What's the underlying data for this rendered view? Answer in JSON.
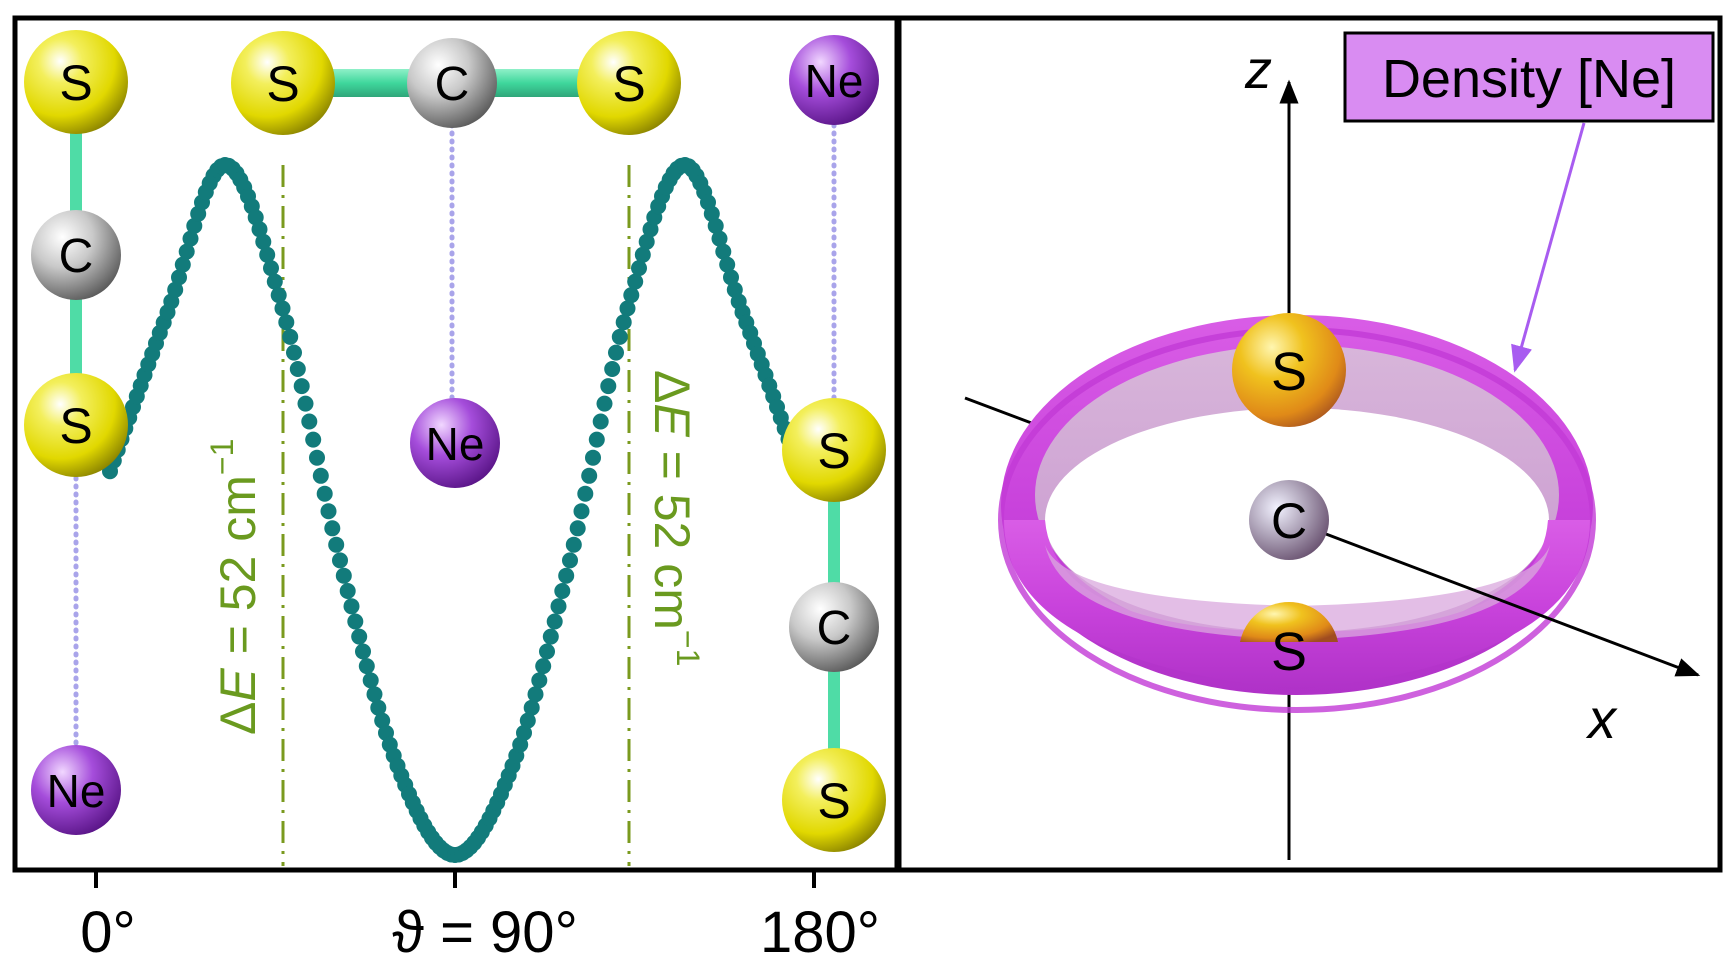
{
  "colors": {
    "sulfur": "#e6e000",
    "carbon": "#bdbdbd",
    "neon": "#9b3fd6",
    "bond": "#4fdca6",
    "curve": "#127b7b",
    "barrier_line": "#7a9a1e",
    "density_ring": "#d24ce0",
    "density_label_bg": "#d98cf2",
    "arrow_violet": "#a85cf0",
    "dotted_link": "#a9a4ea"
  },
  "left_panel": {
    "x_axis": {
      "tick_0": "0°",
      "tick_90": "ϑ = 90°",
      "tick_180": "180°"
    },
    "barrier_left": {
      "delta": "Δ",
      "E": "E",
      "rest": " = 52 cm",
      "sup": "−1"
    },
    "barrier_right": {
      "delta": "Δ",
      "E": "E",
      "rest": " = 52 cm",
      "sup": "−1"
    },
    "potential_curve": {
      "x_deg": [
        0,
        15,
        30,
        45,
        60,
        75,
        90,
        105,
        120,
        135,
        150,
        165,
        180
      ],
      "energy_rel": [
        0.21,
        0.62,
        1.0,
        0.63,
        -0.02,
        -0.55,
        -0.78,
        -0.55,
        -0.02,
        0.63,
        1.0,
        0.62,
        0.21
      ]
    },
    "molecules": {
      "m0": {
        "top": "S",
        "mid": "C",
        "bot": "S",
        "ne": "Ne"
      },
      "m90": {
        "left": "S",
        "mid": "C",
        "right": "S",
        "ne": "Ne"
      },
      "m180": {
        "ne": "Ne",
        "top": "S",
        "mid": "C",
        "bot": "S"
      }
    }
  },
  "right_panel": {
    "axis_z": "z",
    "axis_x": "x",
    "density_label": "Density [Ne]",
    "atoms": {
      "top": "S",
      "mid": "C",
      "bot": "S"
    }
  }
}
